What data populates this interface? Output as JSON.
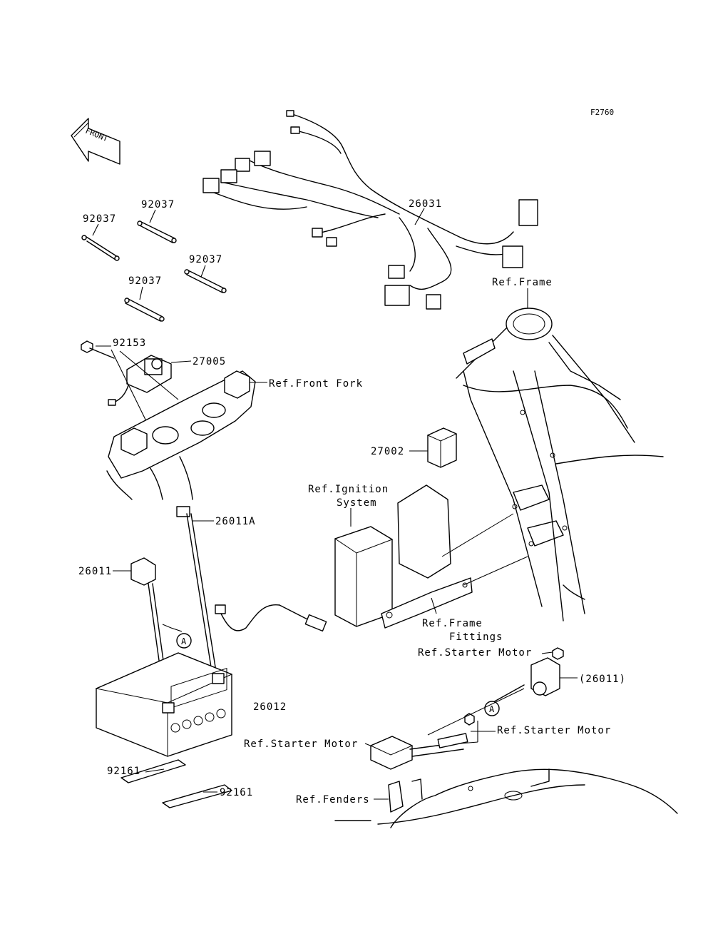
{
  "figure_code": "F2760",
  "front_arrow": {
    "text": "FRONT"
  },
  "labels": {
    "harness": "26031",
    "cable_1": "92037",
    "cable_2": "92037",
    "cable_3": "92037",
    "cable_4": "92037",
    "bolt": "92153",
    "switch": "27005",
    "ref_front_fork": "Ref.Front Fork",
    "ref_frame": "Ref.Frame",
    "relay": "27002",
    "ref_ignition_line1": "Ref.Ignition",
    "ref_ignition_line2": "System",
    "cable_26011a": "26011A",
    "cable_26011": "26011",
    "battery": "26012",
    "ref_frame_fittings_line1": "Ref.Frame",
    "ref_frame_fittings_line2": "Fittings",
    "ref_starter_motor_top": "Ref.Starter Motor",
    "cable_26011_paren": "(26011)",
    "ref_starter_motor_right": "Ref.Starter Motor",
    "ref_starter_motor_left": "Ref.Starter Motor",
    "ref_fenders": "Ref.Fenders",
    "pad_1": "92161",
    "pad_2": "92161",
    "callout_a_1": "A",
    "callout_a_2": "A"
  }
}
